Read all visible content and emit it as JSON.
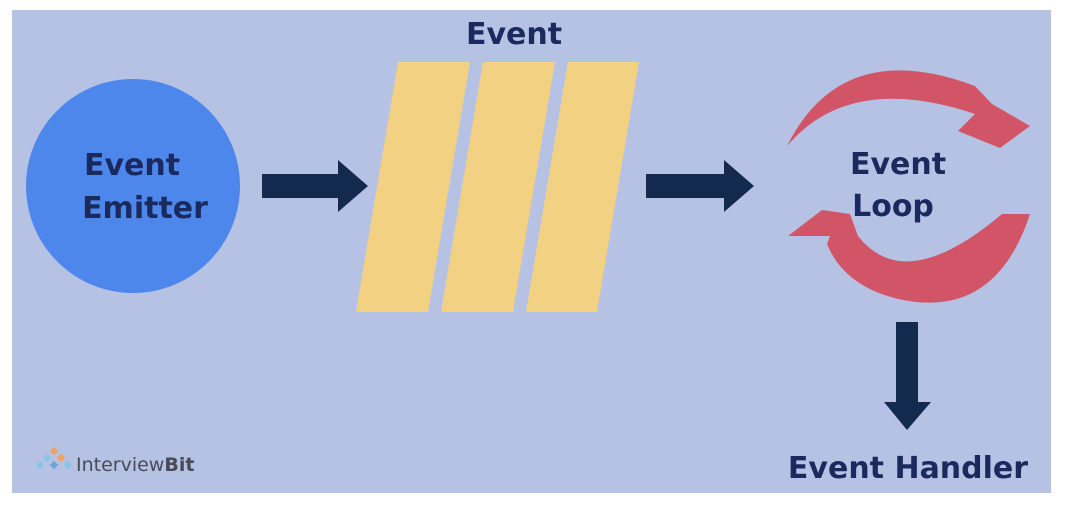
{
  "diagram": {
    "emitter": {
      "line1": "Event",
      "line2": "Emitter"
    },
    "queue": {
      "title": "Event"
    },
    "loop": {
      "line1": "Event",
      "line2": "Loop"
    },
    "handler": {
      "label": "Event Handler"
    }
  },
  "brand": {
    "name_plain": "Interview",
    "name_bold": "Bit"
  },
  "colors": {
    "background": "#b6c2e4",
    "emitter": "#4e87eb",
    "queue": "#f2d183",
    "loop_arrows": "#d15566",
    "connectors": "#132a4e",
    "text": "#1b2a5e"
  }
}
